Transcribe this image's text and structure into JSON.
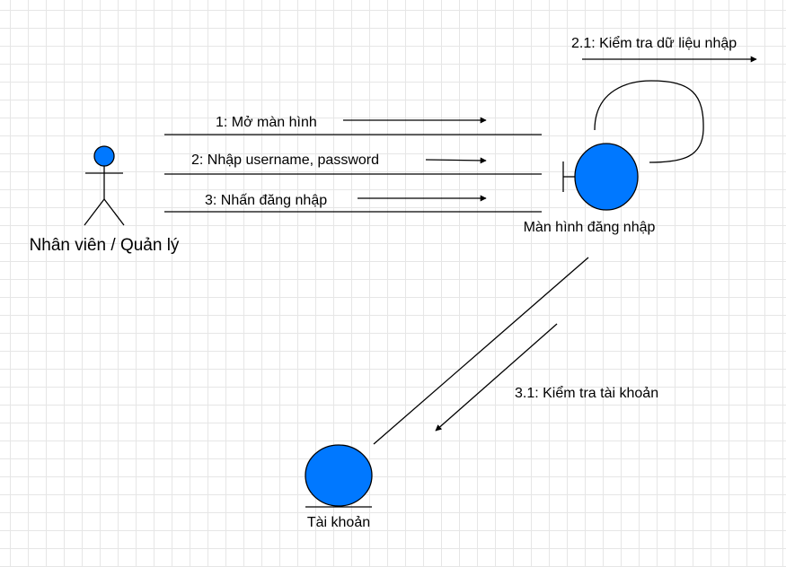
{
  "actor": {
    "label": "Nhân viên / Quản lý"
  },
  "boundary": {
    "label": "Màn hình đăng nhập"
  },
  "entity": {
    "label": "Tài khoản"
  },
  "messages": [
    {
      "label": "1: Mở màn hình"
    },
    {
      "label": "2: Nhập username, password"
    },
    {
      "label": "3: Nhấn đăng nhập"
    },
    {
      "label": "2.1: Kiểm tra dữ liệu nhập"
    },
    {
      "label": "3.1: Kiểm tra tài khoản"
    }
  ],
  "colors": {
    "fill": "#0078ff",
    "stroke": "#000000",
    "grid": "#e6e6e6"
  }
}
